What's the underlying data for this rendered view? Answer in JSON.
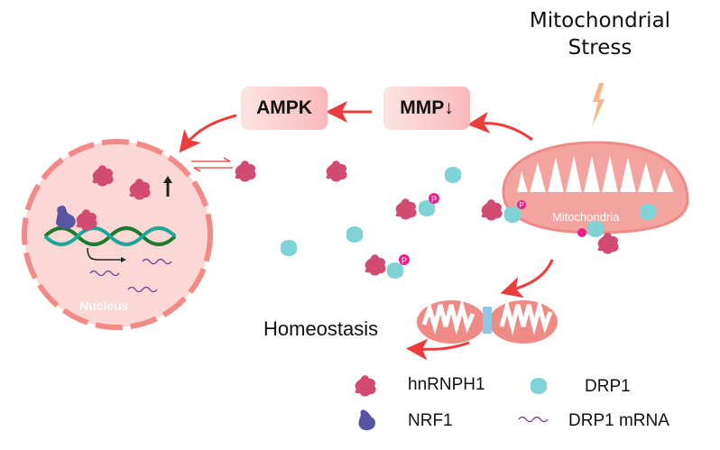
{
  "title": {
    "line1": "Mitochondrial",
    "line2": "Stress"
  },
  "boxes": {
    "ampk": "AMPK",
    "mmp": "MMP",
    "mmp_arrow": "↓"
  },
  "labels": {
    "nucleus": "Nucleus",
    "mitochondria": "Mitochondria",
    "homeostasis": "Homeostasis",
    "phospho": "P"
  },
  "legend": [
    {
      "label": "hnRNPH1",
      "icon": "hnrnph1-protein-icon"
    },
    {
      "label": "DRP1",
      "icon": "drp1-protein-icon"
    },
    {
      "label": "NRF1",
      "icon": "nrf1-protein-icon"
    },
    {
      "label": "DRP1 mRNA",
      "icon": "mrna-wave-icon"
    }
  ],
  "colors": {
    "hnrnph1": "#d14b72",
    "drp1": "#7fd3d6",
    "nrf1": "#5a55a0",
    "arrow": "#ee3b3b",
    "mito": "#f08a84",
    "nucleus_fill": "#fbd7d5",
    "phospho": "#e8228c",
    "bolt": "#f7b48a"
  }
}
